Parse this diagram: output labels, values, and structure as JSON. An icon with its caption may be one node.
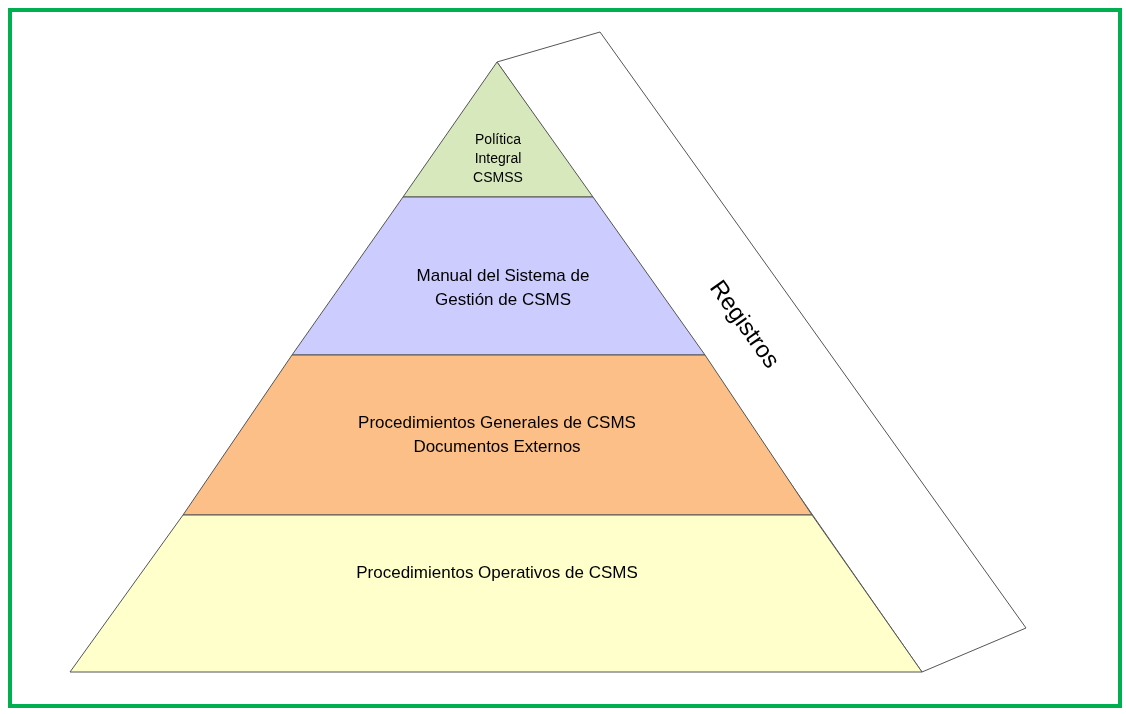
{
  "diagram": {
    "nodes": [
      {
        "text": [
          "Política Integral CSMSS"
        ]
      },
      {
        "text": [
          "Manual del Sistema de Gestión de CSMS"
        ]
      },
      {
        "text": [
          "Procedimientos Generales de CSMS Documentos Externos"
        ]
      },
      {
        "text": [
          "Procedimientos Operativos de CSMS"
        ]
      },
      {
        "text": [
          "Registros"
        ]
      }
    ]
  }
}
